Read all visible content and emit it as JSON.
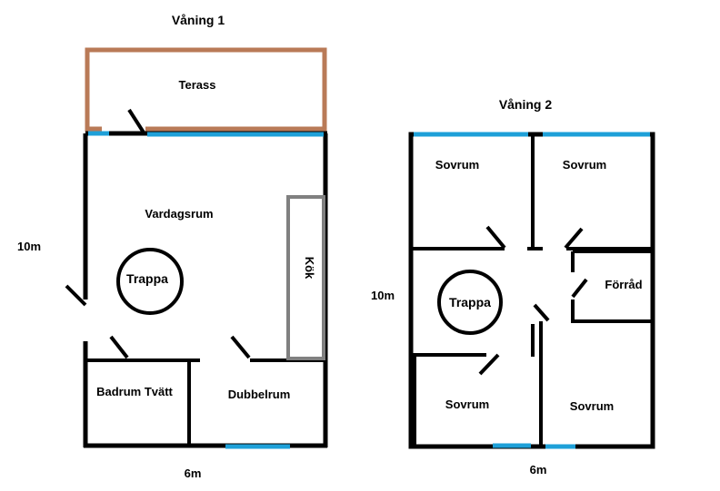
{
  "floor1": {
    "title": "Våning 1",
    "rooms": {
      "terrace": "Terass",
      "living_room": "Vardagsrum",
      "stairs": "Trappa",
      "kitchen": "Kök",
      "bath_laundry": "Badrum Tvätt",
      "double_room": "Dubbelrum"
    },
    "dimensions": {
      "height": "10m",
      "width": "6m"
    }
  },
  "floor2": {
    "title": "Våning 2",
    "rooms": {
      "bedroom_top_left": "Sovrum",
      "bedroom_top_right": "Sovrum",
      "stairs": "Trappa",
      "storage": "Förråd",
      "bedroom_bottom_left": "Sovrum",
      "bedroom_bottom_right": "Sovrum"
    },
    "dimensions": {
      "height": "10m",
      "width": "6m"
    }
  },
  "colors": {
    "wall": "#000000",
    "terrace_outline": "#b97a57",
    "window": "#1ea0d8",
    "kitchen_outline": "#808080"
  }
}
